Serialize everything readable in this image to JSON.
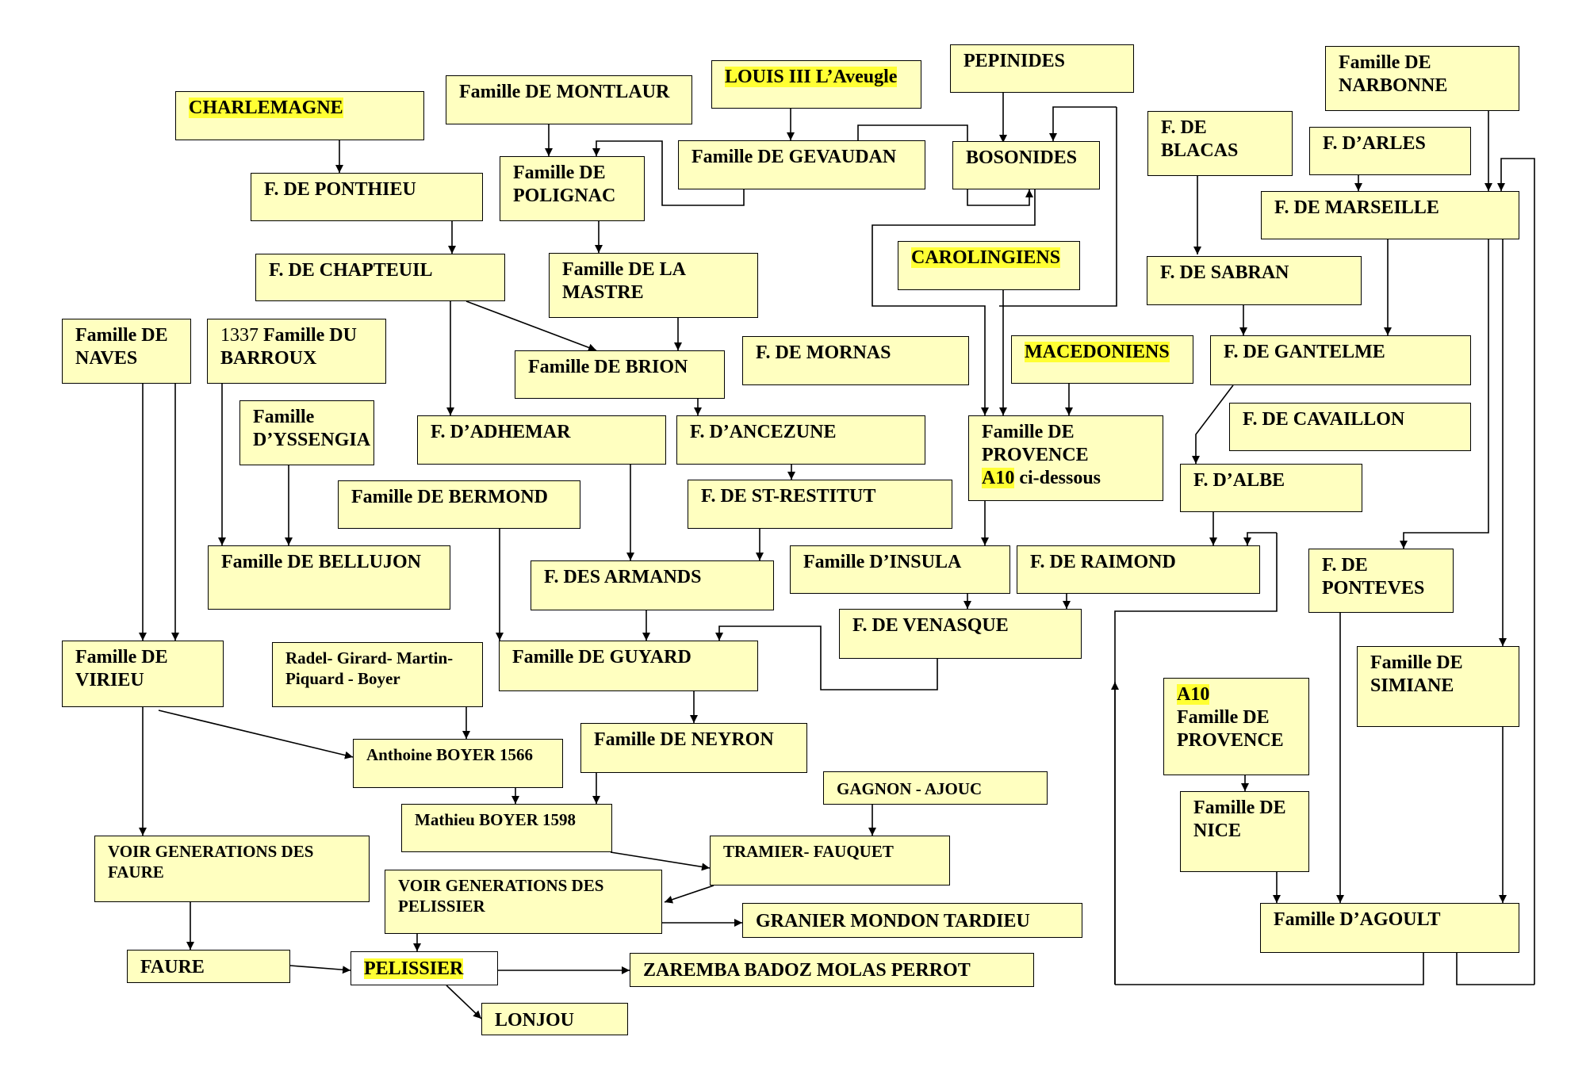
{
  "nodes": [
    {
      "id": "charlemagne",
      "text": "CHARLEMAGNE",
      "highlight": true
    },
    {
      "id": "ponthieu",
      "text": "F. DE PONTHIEU"
    },
    {
      "id": "chapteuil",
      "text": "F. DE CHAPTEUIL"
    },
    {
      "id": "montlaur",
      "text": "Famille DE MONTLAUR"
    },
    {
      "id": "polignac",
      "text": "Famille DE\nPOLIGNAC"
    },
    {
      "id": "lamastre",
      "text": "Famille DE LA\nMASTRE"
    },
    {
      "id": "louis3",
      "text": "LOUIS III L’Aveugle",
      "highlight": true
    },
    {
      "id": "gevaudan",
      "text": "Famille DE GEVAUDAN"
    },
    {
      "id": "pepinides",
      "text": "PEPINIDES"
    },
    {
      "id": "bosonides",
      "text": "BOSONIDES"
    },
    {
      "id": "blacas",
      "text": "F. DE\nBLACAS"
    },
    {
      "id": "narbonne",
      "text": "Famille DE\nNARBONNE"
    },
    {
      "id": "arles",
      "text": "F. D’ARLES"
    },
    {
      "id": "marseille",
      "text": "F. DE MARSEILLE"
    },
    {
      "id": "carolingiens",
      "text": "CAROLINGIENS",
      "highlight": true
    },
    {
      "id": "sabran",
      "text": "F. DE SABRAN"
    },
    {
      "id": "naves",
      "text": "Famille DE\nNAVES"
    },
    {
      "id": "barroux",
      "prefix": "1337 ",
      "text": "Famille DU\nBARROUX"
    },
    {
      "id": "brion",
      "text": "Famille DE BRION"
    },
    {
      "id": "mornas",
      "text": "F. DE MORNAS"
    },
    {
      "id": "macedoniens",
      "text": "MACEDONIENS",
      "highlight": true
    },
    {
      "id": "gantelme",
      "text": "F. DE GANTELME"
    },
    {
      "id": "yssengia",
      "text": "Famille\nD’YSSENGIA"
    },
    {
      "id": "adhemar",
      "text": "F. D’ADHEMAR"
    },
    {
      "id": "ancezune",
      "text": "F. D’ANCEZUNE"
    },
    {
      "id": "provence1",
      "text": "Famille DE\nPROVENCE",
      "note_tag": "A10",
      "note_text": " ci-dessous"
    },
    {
      "id": "cavaillon",
      "text": "F. DE CAVAILLON"
    },
    {
      "id": "albe",
      "text": "F. D’ALBE"
    },
    {
      "id": "bermond",
      "text": "Famille DE BERMOND"
    },
    {
      "id": "strestitut",
      "text": "F. DE ST-RESTITUT"
    },
    {
      "id": "bellujon",
      "text": "Famille DE BELLUJON"
    },
    {
      "id": "armands",
      "text": "F. DES ARMANDS"
    },
    {
      "id": "insula",
      "text": "Famille D’INSULA"
    },
    {
      "id": "raimond",
      "text": "F. DE RAIMOND"
    },
    {
      "id": "ponteves",
      "text": "F. DE\nPONTEVES"
    },
    {
      "id": "venasque",
      "text": "F. DE VENASQUE"
    },
    {
      "id": "virieu",
      "text": "Famille DE\nVIRIEU"
    },
    {
      "id": "radel",
      "text": "Radel- Girard- Martin-\nPiquard -  Boyer"
    },
    {
      "id": "guyard",
      "text": "Famille DE GUYARD"
    },
    {
      "id": "simiane",
      "text": "Famille DE\nSIMIANE"
    },
    {
      "id": "provence2",
      "tag": "A10",
      "text": "Famille DE\nPROVENCE"
    },
    {
      "id": "anthoine",
      "text": "Anthoine BOYER 1566"
    },
    {
      "id": "neyron",
      "text": "Famille DE NEYRON"
    },
    {
      "id": "gagnon",
      "text": "GAGNON -  AJOUC"
    },
    {
      "id": "nice",
      "text": "Famille DE\nNICE"
    },
    {
      "id": "mathieu",
      "text": "Mathieu BOYER 1598"
    },
    {
      "id": "tramier",
      "text": "TRAMIER- FAUQUET"
    },
    {
      "id": "voirfaure",
      "text": "VOIR  GENERATIONS DES\nFAURE"
    },
    {
      "id": "voirpelissier",
      "text": "VOIR GENERATIONS DES\nPELISSIER"
    },
    {
      "id": "granier",
      "text": "GRANIER MONDON TARDIEU"
    },
    {
      "id": "agoult",
      "text": "Famille D’AGOULT"
    },
    {
      "id": "faure",
      "text": "FAURE"
    },
    {
      "id": "pelissier",
      "text": "PELISSIER",
      "highlight": true
    },
    {
      "id": "zaremba",
      "text": "ZAREMBA BADOZ    MOLAS   PERROT"
    },
    {
      "id": "lonjou",
      "text": "LONJOU"
    }
  ]
}
